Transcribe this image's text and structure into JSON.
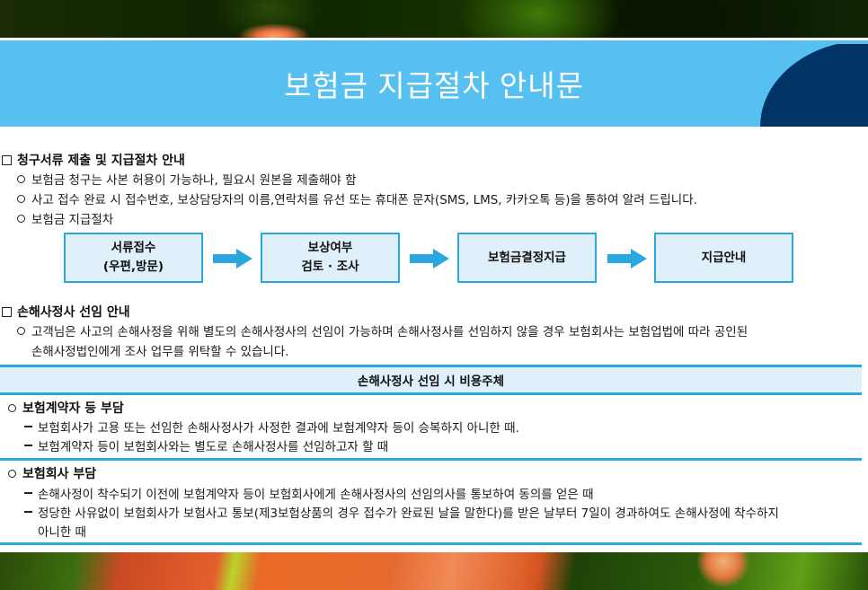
{
  "header": {
    "title": "보험금 지급절차 안내문"
  },
  "section1": {
    "title": "청구서류 제출 및 지급절차 안내",
    "bullets": [
      "보험금 청구는 사본 허용이 가능하나, 필요시 원본을 제출해야 함",
      "사고 접수 완료 시 접수번호, 보상담당자의 이름,연락처를 유선 또는 휴대폰 문자(SMS, LMS, 카카오톡 등)을 통하여 알려 드립니다.",
      "보험금 지급절차"
    ],
    "flow": [
      {
        "line1": "서류접수",
        "line2": "(우편,방문)"
      },
      {
        "line1": "보상여부",
        "line2": "검토 · 조사"
      },
      {
        "line1": "보험금결정지급",
        "line2": ""
      },
      {
        "line1": "지급안내",
        "line2": ""
      }
    ]
  },
  "section2": {
    "title": "손해사정사 선임 안내",
    "bullet_line1": "고객님은 사고의 손해사정을 위해 별도의 손해사정사의 선임이 가능하며 손해사정사를 선임하지 않을 경우 보험회사는 보험업법에 따라 공인된",
    "bullet_line2": "손해사정법인에게 조사 업무를 위탁할 수 있습니다."
  },
  "cost_table": {
    "header": "손해사정사 선임 시 비용주체",
    "groups": [
      {
        "title": "보험계약자 등 부담",
        "items": [
          "보험회사가 고용 또는 선임한 손해사정사가 사정한 결과에 보험계약자 등이 승복하지 아니한 때.",
          "보험계약자 등이 보험회사와는 별도로 손해사정사를 선임하고자 할 때"
        ]
      },
      {
        "title": "보험회사 부담",
        "items": [
          "손해사정이 착수되기 이전에 보험계약자 등이 보험회사에게 손해사정사의 선임의사를 통보하여 동의를 얻은 때",
          "정당한 사유없이 보험회사가 보험사고 통보(제3보험상품의 경우 접수가 완료된 날을 말한다)를 받은 날부터 7일이 경과하여도 손해사정에 착수하지"
        ],
        "item2_cont": "아니한 때"
      }
    ]
  },
  "colors": {
    "banner": "#56c1f0",
    "banner_corner": "#003366",
    "accent": "#2aa7de",
    "box_fill": "#dff0fb"
  }
}
